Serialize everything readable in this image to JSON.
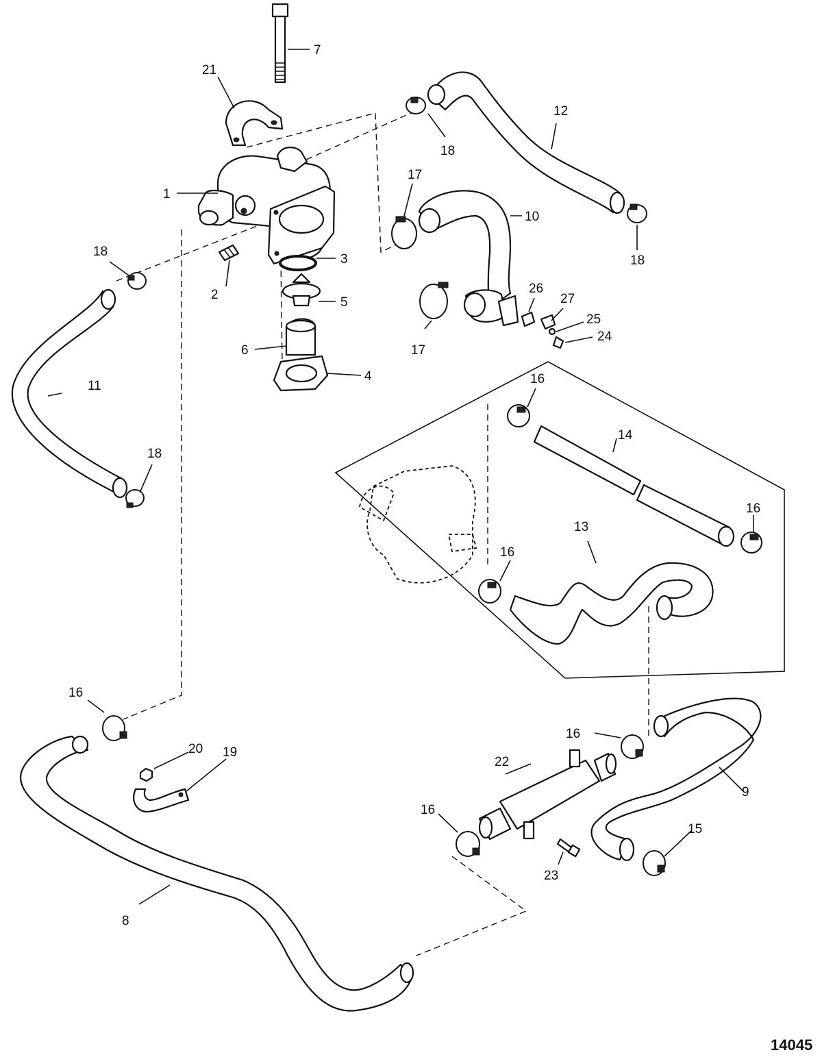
{
  "callouts": {
    "c1": "1",
    "c2": "2",
    "c3": "3",
    "c4": "4",
    "c5": "5",
    "c6": "6",
    "c7": "7",
    "c8": "8",
    "c9": "9",
    "c10": "10",
    "c11": "11",
    "c12": "12",
    "c13": "13",
    "c14": "14",
    "c15": "15",
    "c16a": "16",
    "c16b": "16",
    "c16c": "16",
    "c16d": "16",
    "c16e": "16",
    "c16f": "16",
    "c17a": "17",
    "c17b": "17",
    "c18a": "18",
    "c18b": "18",
    "c18c": "18",
    "c18d": "18",
    "c19": "19",
    "c20": "20",
    "c21": "21",
    "c22": "22",
    "c23": "23",
    "c24": "24",
    "c25": "25",
    "c26": "26",
    "c27": "27"
  },
  "figure_number": "14045"
}
